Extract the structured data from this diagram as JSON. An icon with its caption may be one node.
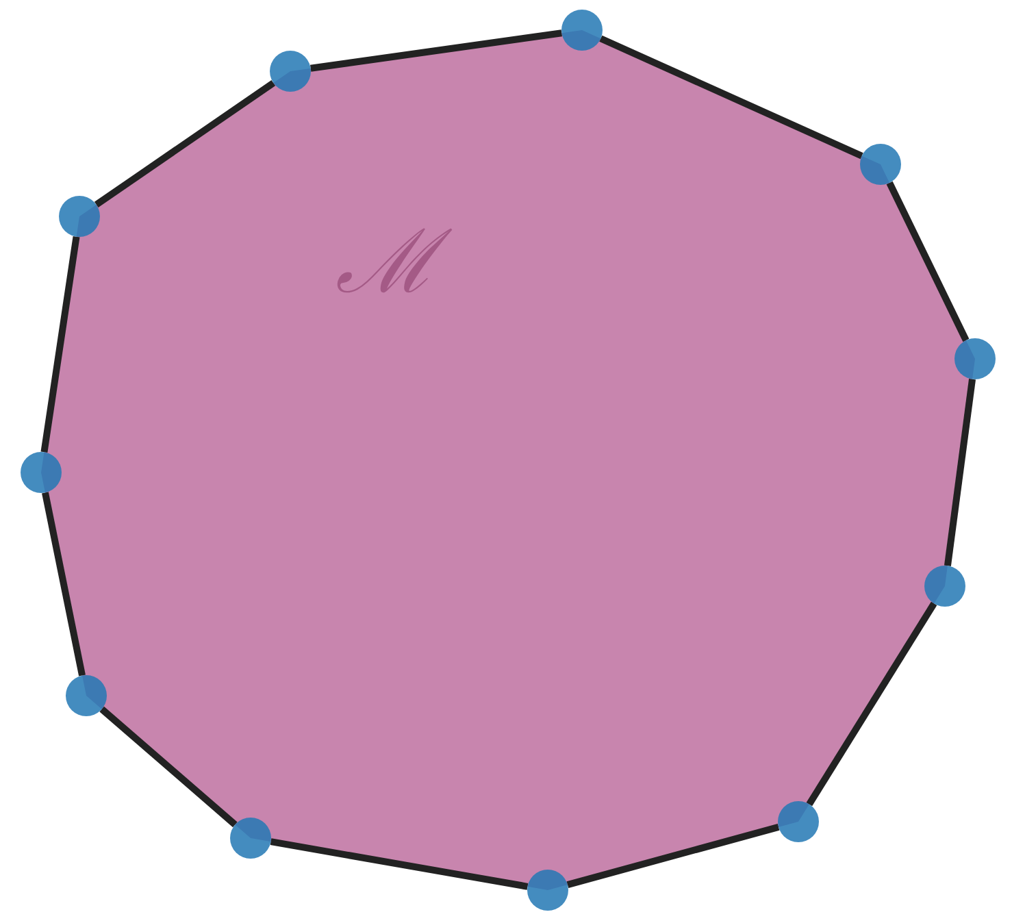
{
  "diagram": {
    "nodes": [
      {
        "text": [
          "ℳ"
        ]
      },
      {
        "text": [],
        "shape": "circle"
      },
      {
        "text": [],
        "shape": "circle"
      },
      {
        "text": [],
        "shape": "circle"
      },
      {
        "text": [],
        "shape": "circle"
      },
      {
        "text": [],
        "shape": "circle"
      },
      {
        "text": [],
        "shape": "circle"
      },
      {
        "text": [],
        "shape": "circle"
      },
      {
        "text": [],
        "shape": "circle"
      },
      {
        "text": [],
        "shape": "circle"
      },
      {
        "text": [],
        "shape": "circle"
      },
      {
        "text": [],
        "shape": "circle"
      }
    ],
    "edges": [
      {
        "from": 1,
        "to": 2,
        "arrow": "none"
      },
      {
        "from": 2,
        "to": 3,
        "arrow": "none"
      },
      {
        "from": 3,
        "to": 4,
        "arrow": "none"
      },
      {
        "from": 4,
        "to": 5,
        "arrow": "none"
      },
      {
        "from": 5,
        "to": 6,
        "arrow": "none"
      },
      {
        "from": 6,
        "to": 7,
        "arrow": "none"
      },
      {
        "from": 7,
        "to": 8,
        "arrow": "none"
      },
      {
        "from": 8,
        "to": 9,
        "arrow": "none"
      },
      {
        "from": 9,
        "to": 10,
        "arrow": "none"
      },
      {
        "from": 10,
        "to": 11,
        "arrow": "none"
      },
      {
        "from": 11,
        "to": 1,
        "arrow": "none"
      }
    ]
  }
}
